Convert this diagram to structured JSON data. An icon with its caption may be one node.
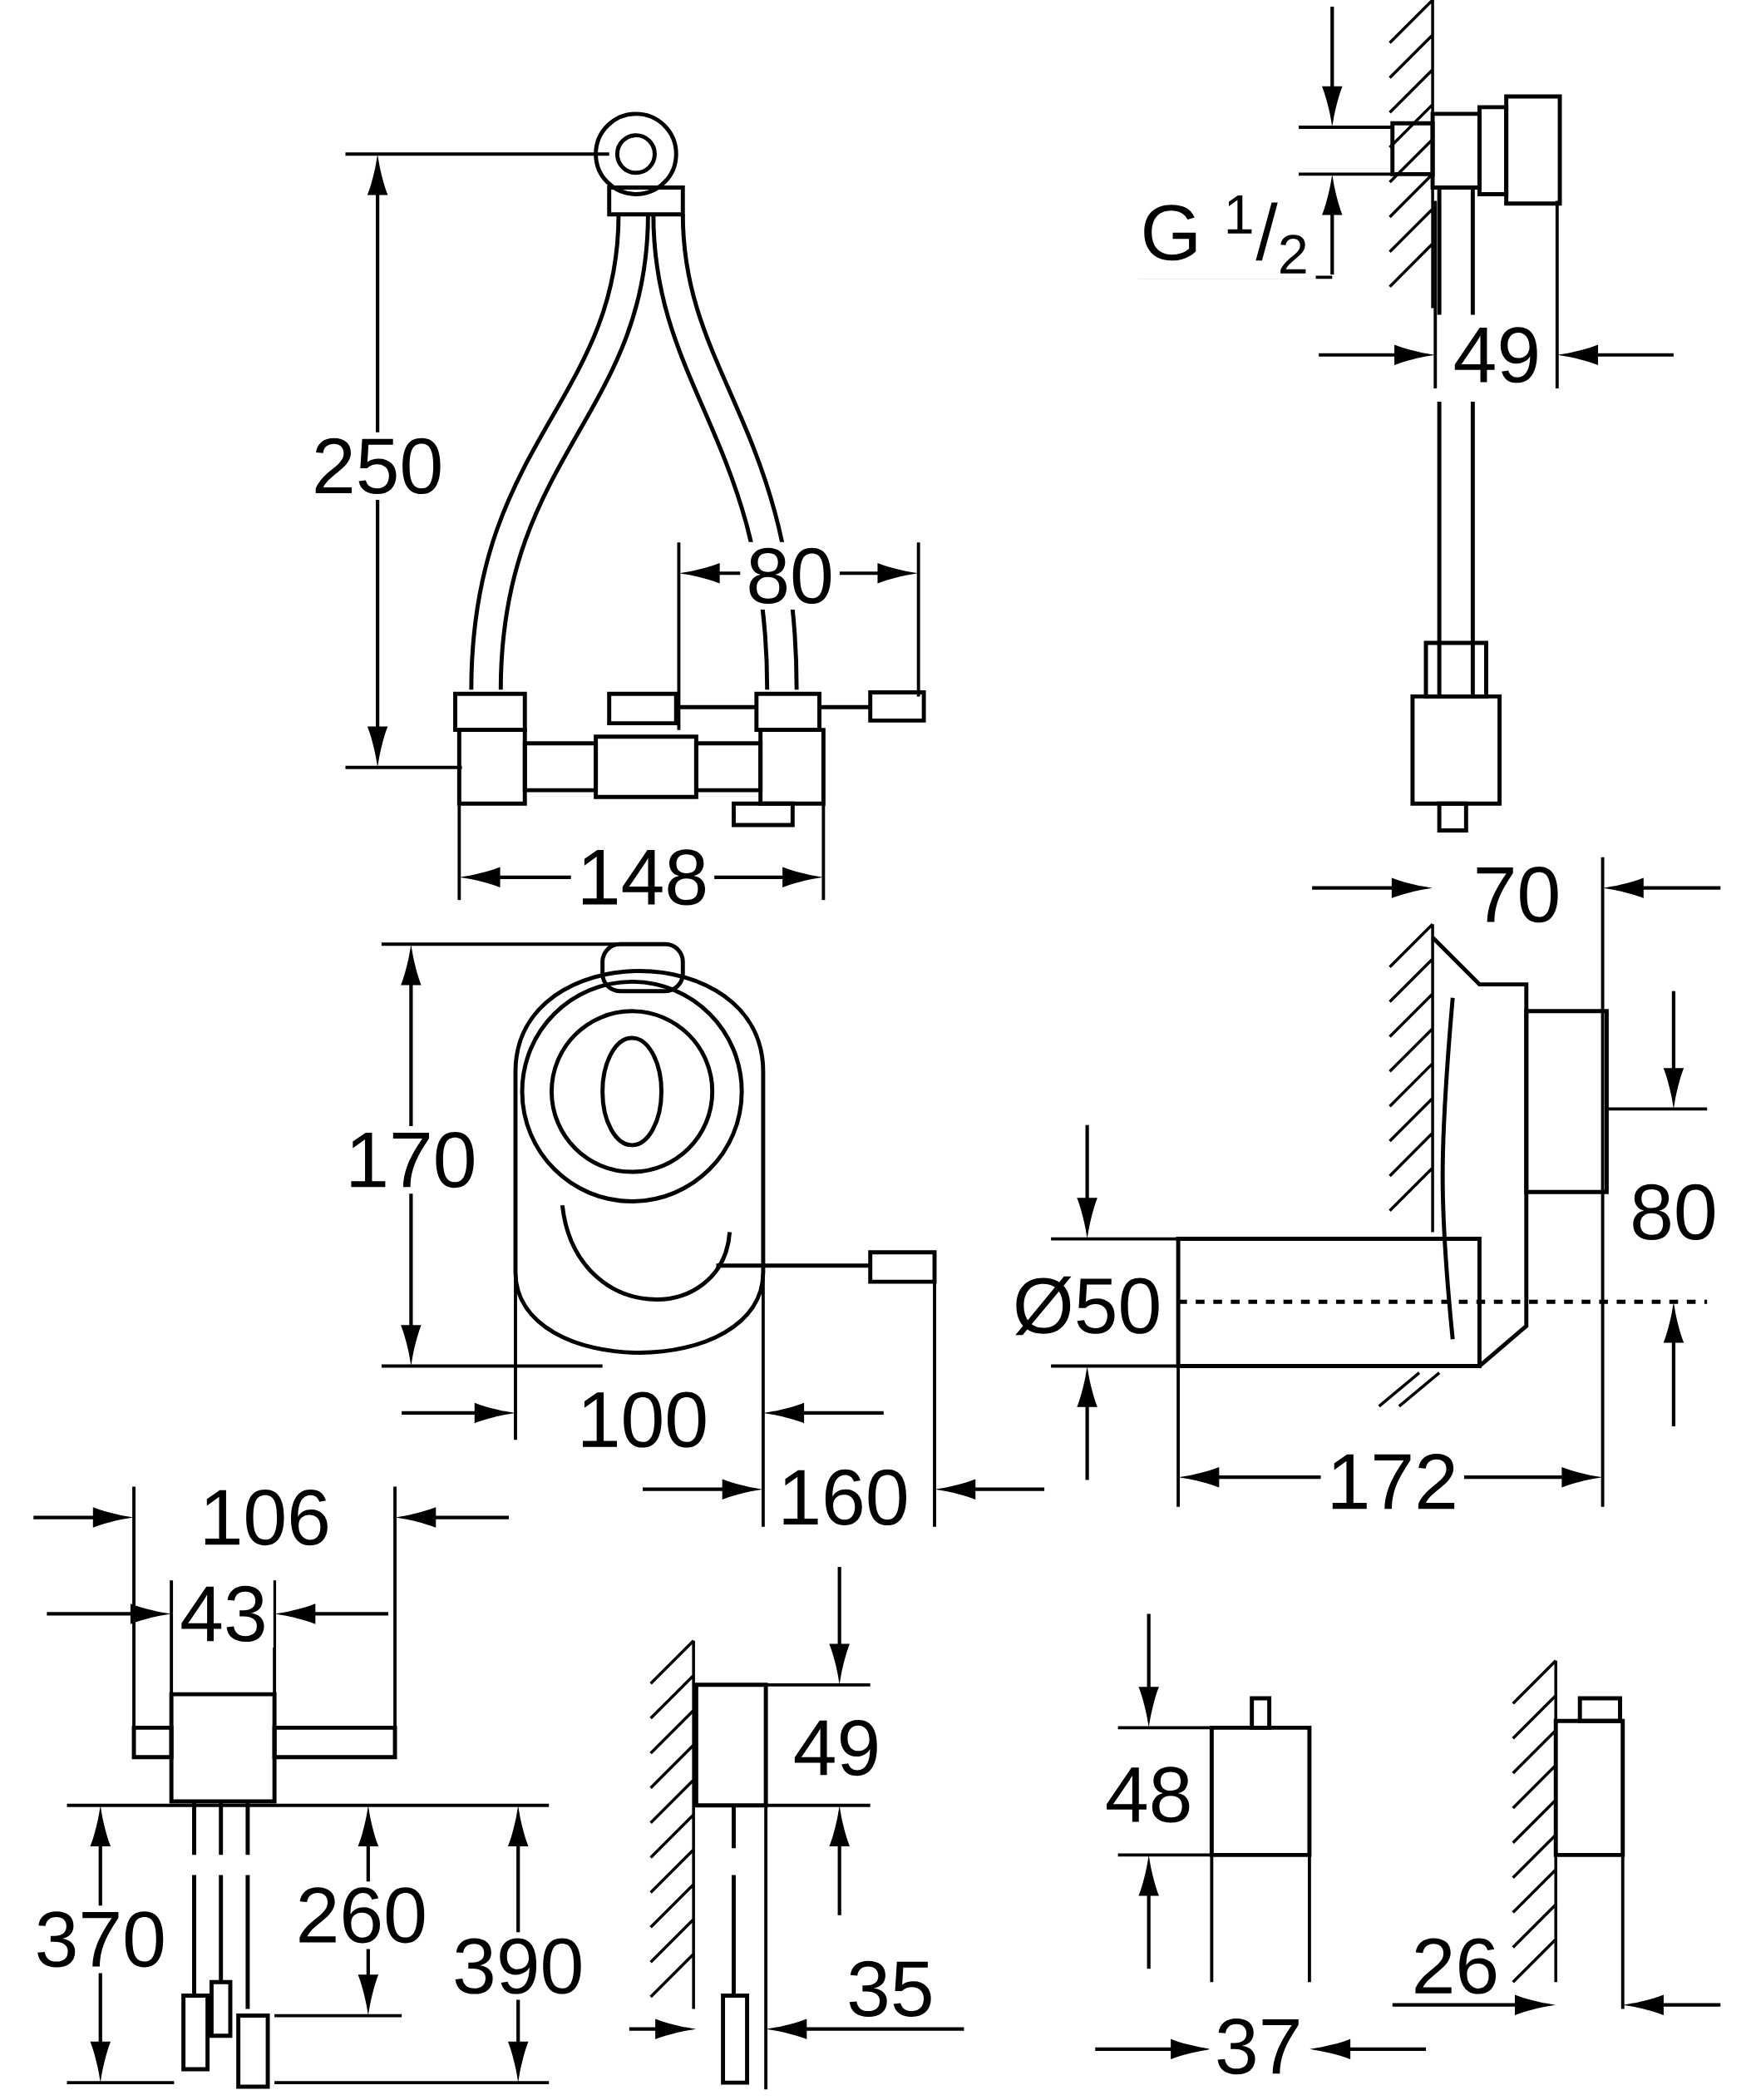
{
  "diagram": {
    "labels": [
      "250",
      "80",
      "148",
      "G $^{1}$/$_{2}$",
      "49",
      "70",
      "170",
      "80",
      "Ø50",
      "100",
      "160",
      "172",
      "106",
      "43",
      "49",
      "48",
      "370",
      "260",
      "390",
      "35",
      "26",
      "37"
    ]
  }
}
